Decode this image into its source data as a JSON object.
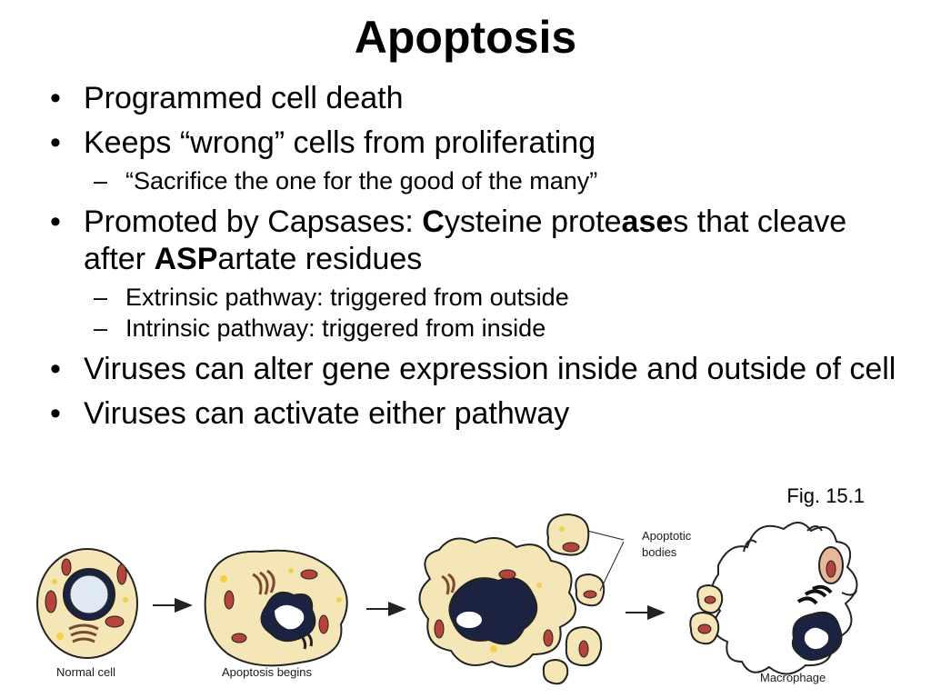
{
  "slide": {
    "title": "Apoptosis",
    "bullets": [
      {
        "text": "Programmed cell death"
      },
      {
        "text": "Keeps “wrong” cells from proliferating",
        "sub": [
          "“Sacrifice the one for the good of the many”"
        ]
      },
      {
        "parts": [
          "Promoted by Capsases:  ",
          "C",
          "ysteine prote",
          "ase",
          "s that cleave after ",
          "ASP",
          "artate residues"
        ],
        "sub": [
          "Extrinsic pathway:  triggered from outside",
          "Intrinsic pathway:  triggered from inside"
        ]
      },
      {
        "text": "Viruses can alter gene expression inside and outside of cell"
      },
      {
        "text": "Viruses can activate either pathway"
      }
    ],
    "bullet_symbol": "•",
    "dash_symbol": "–"
  },
  "figure": {
    "caption": "Fig. 15.1",
    "labels": {
      "normal": "Normal cell",
      "begins": "Apoptosis begins",
      "bodies_line1": "Apoptotic",
      "bodies_line2": "bodies",
      "macrophage": "Macrophage"
    },
    "colors": {
      "cytoplasm": "#f5e6b8",
      "nucleus": "#1c2340",
      "mitochondria": "#b5443b",
      "vesicle": "#f2d04a",
      "golgi": "#7a4a2e",
      "outline": "#222222"
    }
  }
}
